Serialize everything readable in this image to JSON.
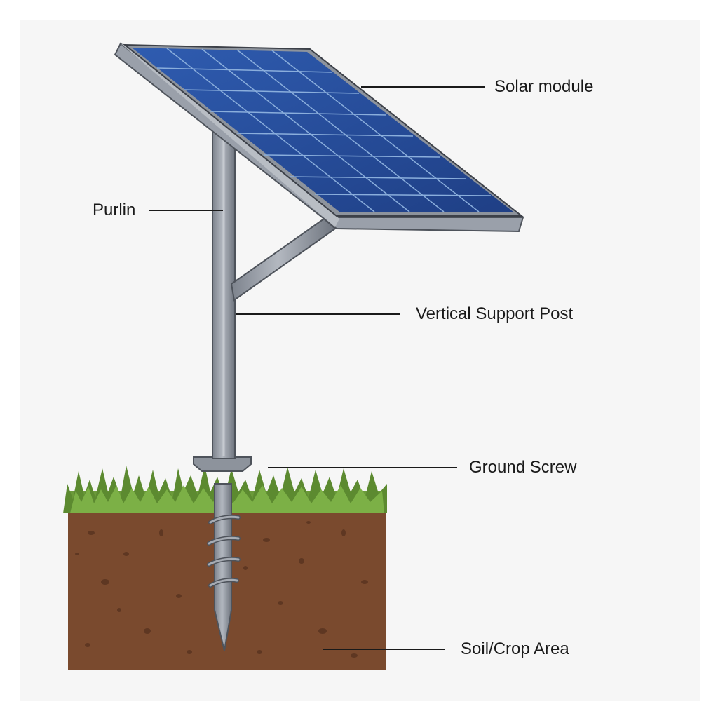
{
  "labels": {
    "solar_module": "Solar module",
    "purlin": "Purlin",
    "vertical_support_post": "Vertical Support Post",
    "ground_screw": "Ground Screw",
    "soil_crop_area": "Soil/Crop Area"
  },
  "colors": {
    "panel_blue": "#2a4f9a",
    "panel_grid": "#7fa3d6",
    "frame_grey": "#9aa0aa",
    "frame_dark": "#5e646e",
    "grass_green": "#6b9a3a",
    "soil_brown": "#7a4a2e",
    "leader_line": "#1a1a1a"
  }
}
